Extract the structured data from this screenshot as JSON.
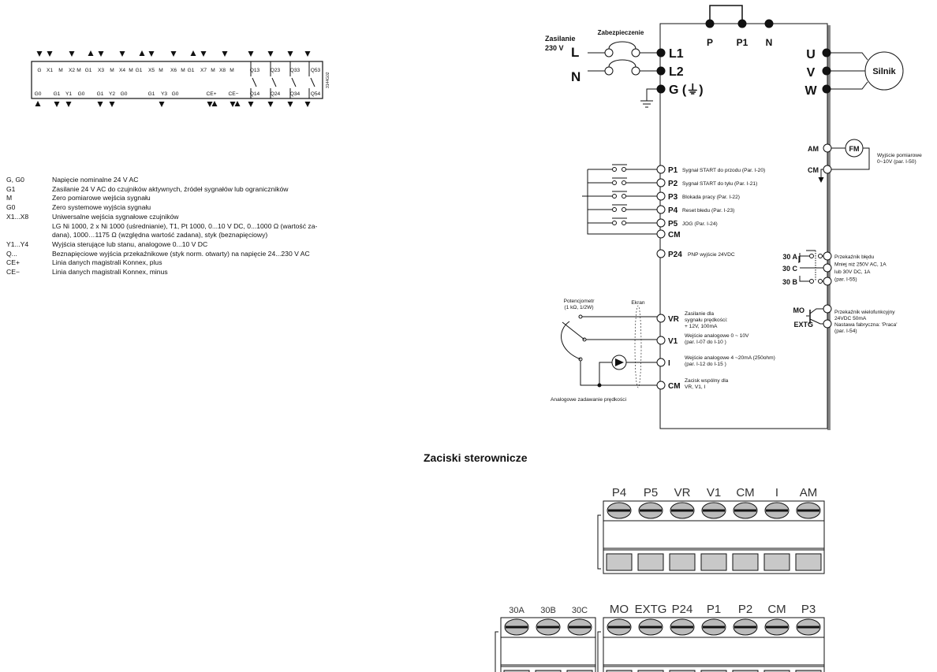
{
  "strip": {
    "top": [
      "G",
      "X1",
      "M",
      "X2",
      "M",
      "G1",
      "X3",
      "M",
      "X4",
      "M",
      "G1",
      "X5",
      "M",
      "X6",
      "M",
      "G1",
      "X7",
      "M",
      "X8",
      "M",
      "Q13",
      "Q23",
      "Q33",
      "Q53"
    ],
    "bottom": [
      "G0",
      "G1",
      "Y1",
      "G0",
      "G1",
      "Y2",
      "G0",
      "G1",
      "Y3",
      "G0",
      "CE+",
      "CE−",
      "Q14",
      "Q24",
      "Q34",
      "Q54"
    ],
    "code": "3144G02"
  },
  "legend": [
    {
      "key": "G, G0",
      "text": "Napięcie nominalne 24 V AC"
    },
    {
      "key": "G1",
      "text": "Zasilanie 24 V AC do czujników aktywnych, źródeł sygnałów lub ograniczników"
    },
    {
      "key": "M",
      "text": "Zero pomiarowe wejścia sygnału"
    },
    {
      "key": "G0",
      "text": "Zero systemowe wyjścia sygnału"
    },
    {
      "key": "X1...X8",
      "text": "Uniwersalne wejścia sygnałowe czujników"
    },
    {
      "key": "",
      "text": "LG Ni 1000, 2 x Ni 1000 (uśrednianie), T1, Pt 1000, 0...10 V DC, 0...1000 Ω (wartość za-"
    },
    {
      "key": "",
      "text": "dana), 1000…1175 Ω (względna wartość zadana), styk (beznapięciowy)"
    },
    {
      "key": "Y1...Y4",
      "text": "Wyjścia sterujące lub stanu, analogowe 0...10 V DC"
    },
    {
      "key": "Q...",
      "text": "Beznapięciowe wyjścia przekaźnikowe (styk norm. otwarty) na napięcie 24...230 V AC"
    },
    {
      "key": "CE+",
      "text": "Linia danych magistrali Konnex, plus"
    },
    {
      "key": "CE−",
      "text": "Linia danych magistrali Konnex, minus"
    }
  ],
  "power": {
    "supply": "Zasilanie",
    "voltage": "230 V",
    "L": "L",
    "N": "N",
    "protection": "Zabezpieczenie",
    "L1": "L1",
    "L2": "L2",
    "G": "G (⏚)",
    "P": "P",
    "P1": "P1",
    "Nterm": "N",
    "U": "U",
    "V": "V",
    "W": "W",
    "motor": "Silnik"
  },
  "inputs": [
    {
      "label": "P1",
      "desc": "Sygnał START do przodu (Par. I-20)"
    },
    {
      "label": "P2",
      "desc": "Sygnał START do tyłu (Par. I-21)"
    },
    {
      "label": "P3",
      "desc": "Blokada pracy (Par. I-22)"
    },
    {
      "label": "P4",
      "desc": "Reset błedu    (Par. I-23)"
    },
    {
      "label": "P5",
      "desc": "JOG (Par. I-24)"
    },
    {
      "label": "CM",
      "desc": ""
    },
    {
      "label": "P24",
      "desc": "PNP wyjście 24VDC"
    }
  ],
  "analog": {
    "pot": [
      "Potencjometr",
      "(1 kΩ, 1/2W)"
    ],
    "screen": "Ekran",
    "caption": "Analogowe zadawanie prędkości",
    "terms": [
      {
        "label": "VR",
        "desc": [
          "Zasilanie dla",
          "sygnału prędkości:",
          "+ 12V, 100mA"
        ]
      },
      {
        "label": "V1",
        "desc": [
          "Wejście analogowe 0 ~ 10V",
          "(par. I-07 do I-10 )"
        ]
      },
      {
        "label": "I",
        "desc": [
          "Wejście analogowe 4 ~20mA (250ohm)",
          "(par. I-12 do I-15 )"
        ]
      },
      {
        "label": "CM",
        "desc": [
          "Zacisk wspólny dla",
          "VR, V1, I"
        ]
      }
    ]
  },
  "outputs": {
    "AM": "AM",
    "CM": "CM",
    "FM": "FM",
    "meter": [
      "Wyjście pomiarowe",
      "0~10V     (par. I-50)"
    ],
    "r30A": "30 A",
    "r30C": "30 C",
    "r30B": "30 B",
    "relay": [
      "Przekaźnik błędu",
      "Mniej niż 250V AC, 1A",
      "lub 30V DC, 1A",
      "(par. I-55)"
    ],
    "MO": "MO",
    "EXTG": "EXTG",
    "multi": [
      "Przekaźnik wielofunkcyjny",
      "24VDC 50mA",
      "Nastawa fabryczna: 'Praca'",
      "(par. I-54)"
    ]
  },
  "section_title": "Zaciski sterownicze",
  "blocks": {
    "upper": [
      "P4",
      "P5",
      "VR",
      "V1",
      "CM",
      "I",
      "AM"
    ],
    "lower_left": [
      "30A",
      "30B",
      "30C"
    ],
    "lower_right": [
      "MO",
      "EXTG",
      "P24",
      "P1",
      "P2",
      "CM",
      "P3"
    ]
  }
}
